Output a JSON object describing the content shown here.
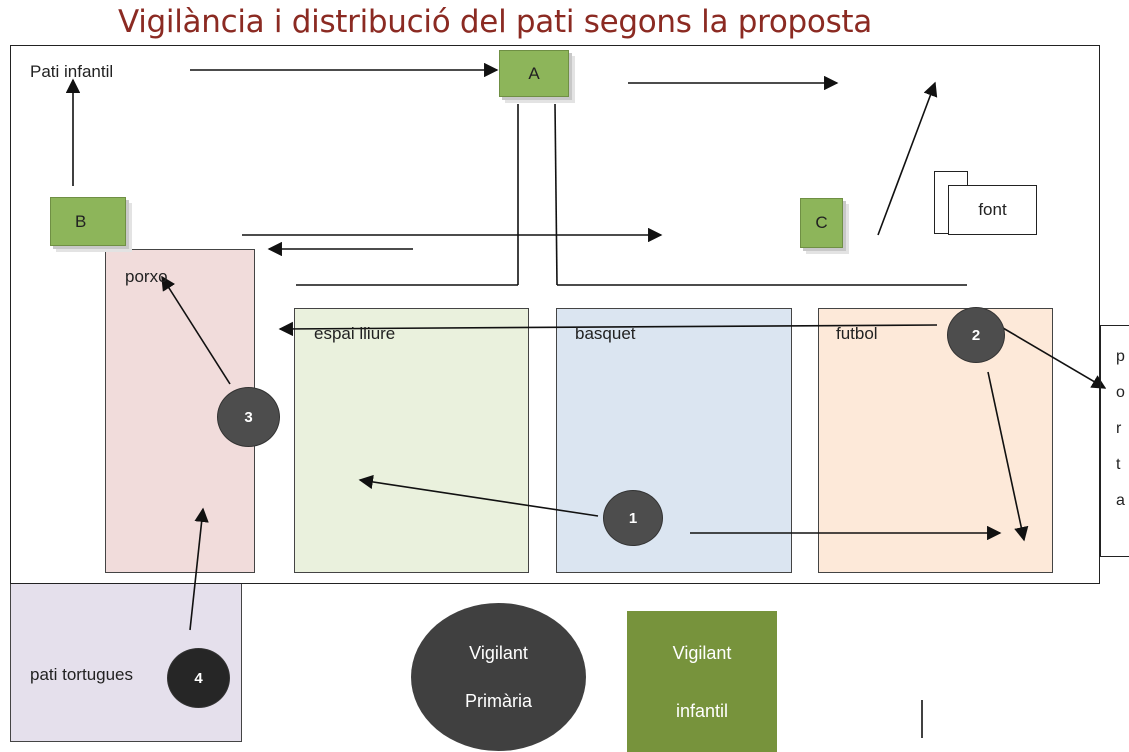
{
  "title": "Vigilància i distribució del pati segons la proposta",
  "zones": {
    "pati_infantil": "Pati infantil",
    "porxo": "porxo",
    "espai_lliure": "espai lliure",
    "basquet": "basquet",
    "futbol": "futbol",
    "pati_tortugues": "pati tortugues",
    "font": "font",
    "porta": [
      "p",
      "o",
      "r",
      "t",
      "a"
    ]
  },
  "posts": {
    "a": "A",
    "b": "B",
    "c": "C"
  },
  "vigilants_primaria": [
    "1",
    "2",
    "3",
    "4"
  ],
  "legend": {
    "primaria_line1": "Vigilant",
    "primaria_line2": "Primària",
    "infantil_line1": "Vigilant",
    "infantil_line2": "infantil"
  },
  "colors": {
    "title": "#8b2a22",
    "porxo": "#f1dcdb",
    "espai_lliure": "#eaf1dd",
    "basquet": "#dbe5f1",
    "futbol": "#fde9d9",
    "pati_tortugues": "#e5e0ec",
    "vigilant_infantil": "#77933c",
    "vigilant_primaria": "#404040"
  }
}
